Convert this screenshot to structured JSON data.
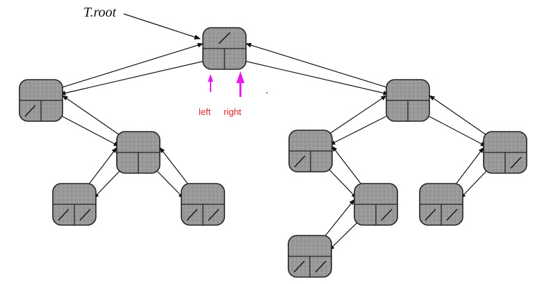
{
  "diagram": {
    "root_pointer_label": "T.root",
    "left_annotation": "left",
    "right_annotation": "right",
    "annotation_color": "#e81cf0",
    "label_color": "#d9232a",
    "node_fill": "#9a9a9a",
    "node_stroke": "#222222",
    "nodes": [
      {
        "id": "n1"
      },
      {
        "id": "n2"
      },
      {
        "id": "n3"
      },
      {
        "id": "n4"
      },
      {
        "id": "n5"
      },
      {
        "id": "n6"
      },
      {
        "id": "n7"
      },
      {
        "id": "n8"
      },
      {
        "id": "n9"
      },
      {
        "id": "n10"
      },
      {
        "id": "n11"
      }
    ],
    "edges": [
      {
        "parent": "n1",
        "child": "n2",
        "side": "left"
      },
      {
        "parent": "n1",
        "child": "n3",
        "side": "right"
      },
      {
        "parent": "n2",
        "child": "n4",
        "side": "right"
      },
      {
        "parent": "n4",
        "child": "n5",
        "side": "left"
      },
      {
        "parent": "n4",
        "child": "n6",
        "side": "right"
      },
      {
        "parent": "n3",
        "child": "n7",
        "side": "left"
      },
      {
        "parent": "n3",
        "child": "n8",
        "side": "right"
      },
      {
        "parent": "n7",
        "child": "n9",
        "side": "right"
      },
      {
        "parent": "n9",
        "child": "n10",
        "side": "left"
      },
      {
        "parent": "n8",
        "child": "n11",
        "side": "left"
      }
    ]
  }
}
